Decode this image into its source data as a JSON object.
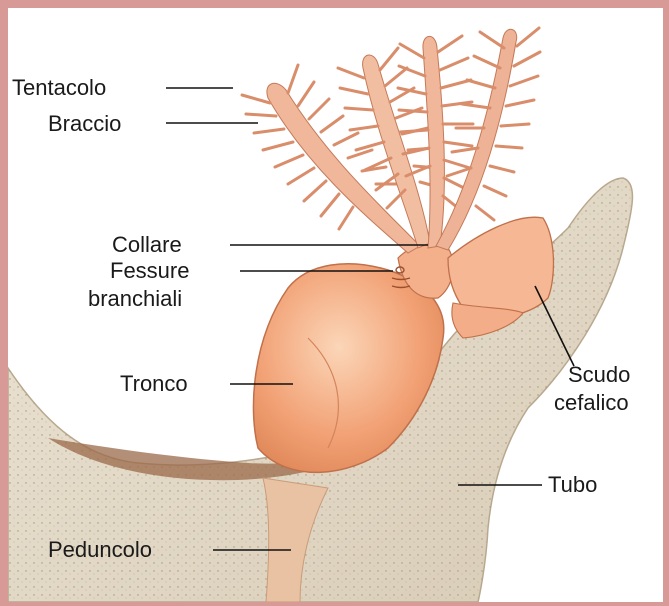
{
  "labels": {
    "tentacolo": "Tentacolo",
    "braccio": "Braccio",
    "collare": "Collare",
    "fessure_line1": "Fessure",
    "fessure_line2": "branchiali",
    "tronco": "Tronco",
    "scudo_line1": "Scudo",
    "scudo_line2": "cefalico",
    "tubo": "Tubo",
    "peduncolo": "Peduncolo"
  },
  "colors": {
    "frame": "#d79a97",
    "tube": "#e6dccb",
    "tube_dark": "#b8a88e",
    "body": "#f2a276",
    "body_light": "#f8c8a6",
    "arm": "#f0b79a",
    "leader": "#111111"
  }
}
